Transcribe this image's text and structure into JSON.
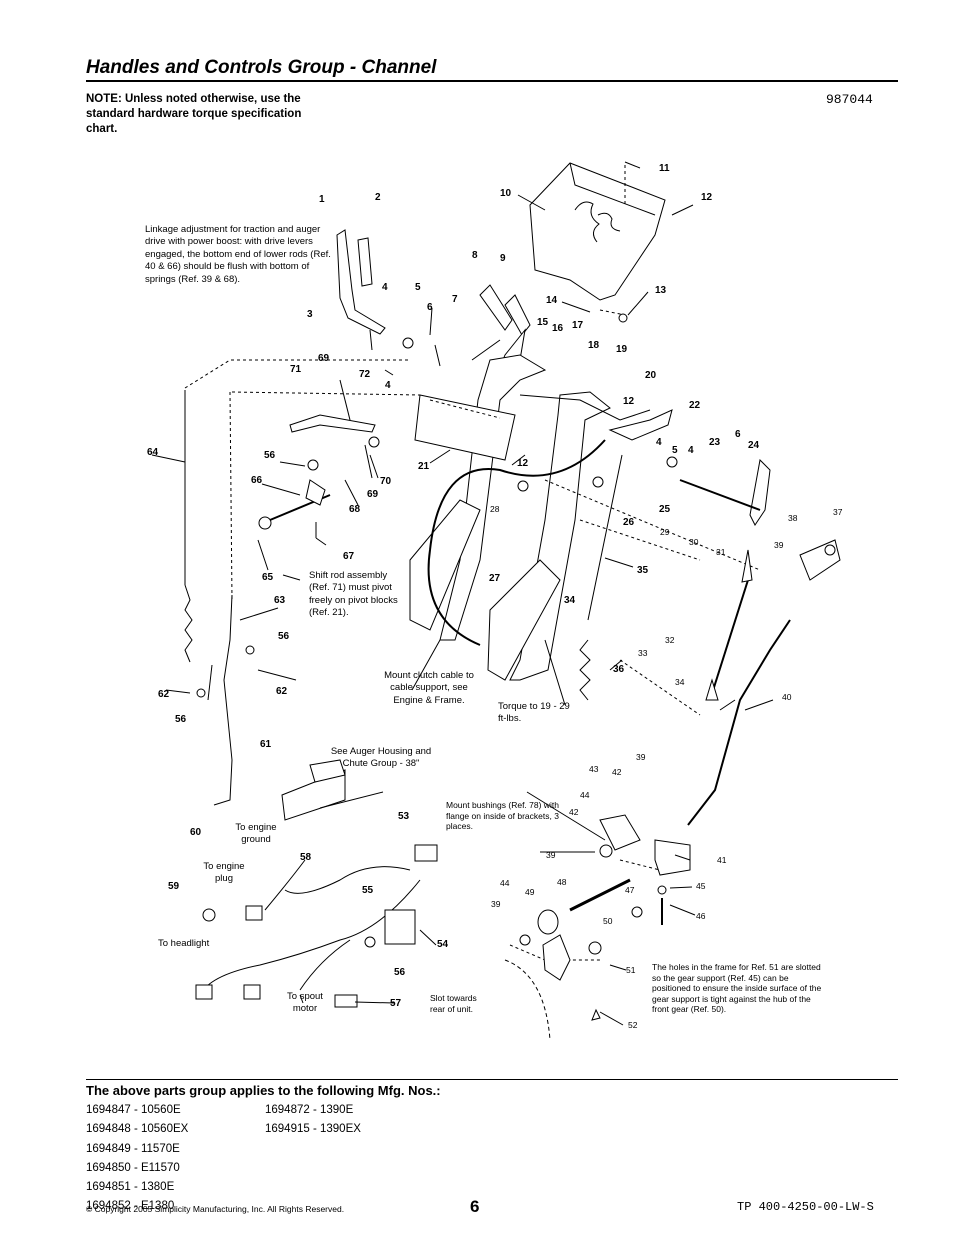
{
  "page": {
    "title": "Handles and Controls Group - Channel",
    "note": "NOTE: Unless noted otherwise, use the standard hardware torque specification chart.",
    "doc_number": "987044"
  },
  "diagram": {
    "callouts": [
      "1",
      "2",
      "3",
      "4",
      "5",
      "6",
      "7",
      "8",
      "9",
      "10",
      "11",
      "12",
      "13",
      "14",
      "15",
      "16",
      "17",
      "18",
      "19",
      "20",
      "21",
      "22",
      "23",
      "24",
      "25",
      "26",
      "27",
      "28",
      "29",
      "30",
      "31",
      "32",
      "33",
      "34",
      "35",
      "36",
      "37",
      "38",
      "39",
      "40",
      "41",
      "42",
      "43",
      "44",
      "45",
      "46",
      "47",
      "48",
      "49",
      "50",
      "51",
      "52",
      "53",
      "54",
      "55",
      "56",
      "57",
      "58",
      "59",
      "60",
      "61",
      "62",
      "63",
      "64",
      "65",
      "66",
      "67",
      "68",
      "69",
      "70",
      "71",
      "72"
    ],
    "annotations": {
      "linkage": "Linkage adjustment for traction and auger drive with power boost: with drive levers engaged, the bottom end of lower rods (Ref. 40 & 66) should be flush with bottom of springs (Ref. 39 & 68).",
      "shift_rod": "Shift rod assembly (Ref. 71) must pivot freely on pivot blocks (Ref. 21).",
      "mount_clutch": "Mount clutch cable to cable support, see Engine & Frame.",
      "torque": "Torque to 19 - 29 ft-lbs.",
      "see_auger": "See Auger Housing and Chute Group - 38\"",
      "to_engine_ground": "To engine ground",
      "to_engine_plug": "To engine plug",
      "to_headlight": "To headlight",
      "to_spout_motor": "To spout motor",
      "mount_bushings": "Mount bushings (Ref. 78) with flange on inside of brackets, 3 places.",
      "slot_towards": "Slot towards rear of unit.",
      "holes_in_frame": "The holes in the frame for Ref. 51 are slotted so the gear support (Ref. 45) can be positioned to ensure the inside surface of the gear support is tight against the hub of the front gear (Ref. 50)."
    }
  },
  "applies": {
    "heading": "The above parts group applies to the following Mfg. Nos.:",
    "col1": [
      "1694847 - 10560E",
      "1694848 - 10560EX",
      "1694849 - 11570E",
      "1694850 - E11570",
      "1694851 - 1380E",
      "1694852 - E1380"
    ],
    "col2": [
      "1694872 - 1390E",
      "1694915 - 1390EX"
    ]
  },
  "footer": {
    "copyright": "© Copyright 2005 Simplicity Manufacturing, Inc. All Rights Reserved.",
    "page_number": "6",
    "tp_number": "TP 400-4250-00-LW-S"
  }
}
